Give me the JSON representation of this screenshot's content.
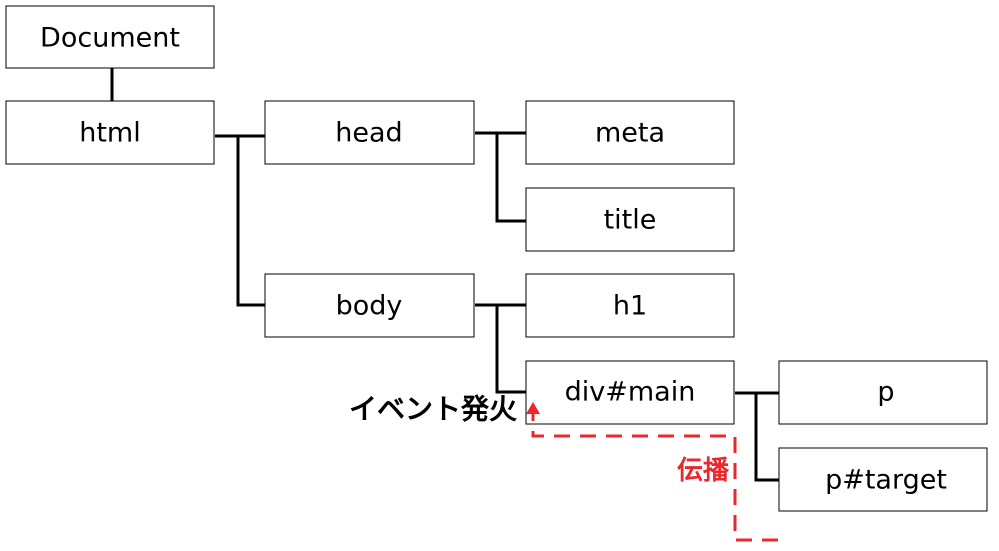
{
  "nodes": {
    "document": "Document",
    "html": "html",
    "head": "head",
    "meta": "meta",
    "title": "title",
    "body": "body",
    "h1": "h1",
    "div_main": "div#main",
    "p": "p",
    "p_target": "p#target"
  },
  "annotations": {
    "event_fire": "イベント発火",
    "propagation": "伝播"
  },
  "colors": {
    "propagation": "#e8282b",
    "line": "#000000",
    "node_border": "#000000"
  }
}
